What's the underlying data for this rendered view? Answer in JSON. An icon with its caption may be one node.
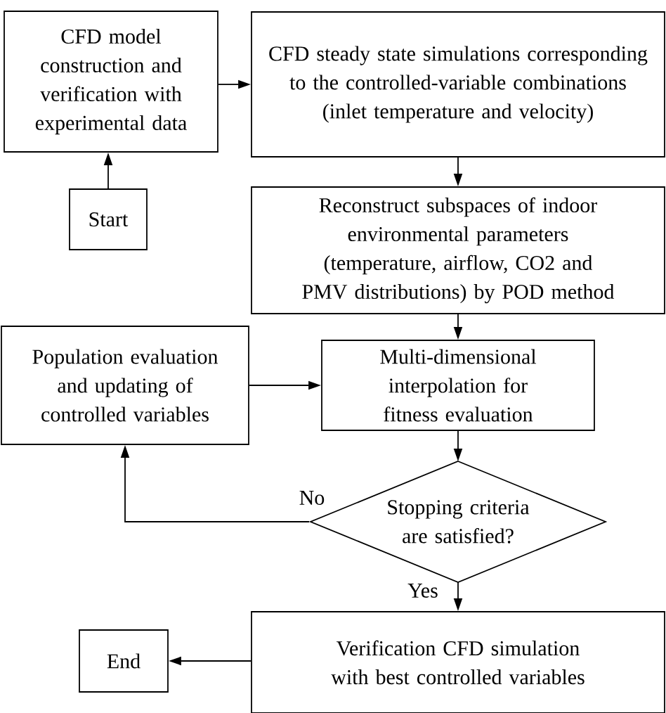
{
  "diagram": {
    "nodes": [
      {
        "text": [
          "Start"
        ]
      },
      {
        "text": [
          "CFD model construction and verification with experimental data"
        ]
      },
      {
        "text": [
          "CFD steady state simulations corresponding to the controlled-variable combinations (inlet temperature and velocity)"
        ]
      },
      {
        "text": [
          "Reconstruct subspaces of indoor environmental parameters (temperature, airflow, CO2 and PMV distributions) by POD method"
        ]
      },
      {
        "text": [
          "Multi-dimensional interpolation for fitness evaluation"
        ]
      },
      {
        "text": [
          "Population evaluation and updating of controlled variables"
        ]
      },
      {
        "text": [
          "Stopping criteria are satisfied?"
        ]
      },
      {
        "text": [
          "Verification CFD simulation with best controlled variables"
        ]
      },
      {
        "text": [
          "End"
        ]
      }
    ],
    "edges": [
      {
        "from": 0,
        "to": 1,
        "arrow": "to"
      },
      {
        "from": 1,
        "to": 2,
        "arrow": "to"
      },
      {
        "from": 2,
        "to": 3,
        "arrow": "to"
      },
      {
        "from": 3,
        "to": 4,
        "arrow": "to"
      },
      {
        "from": 5,
        "to": 4,
        "arrow": "to"
      },
      {
        "from": 4,
        "to": 6,
        "arrow": "to"
      },
      {
        "from": 6,
        "to": 5,
        "arrow": "to",
        "label": "No"
      },
      {
        "from": 6,
        "to": 7,
        "arrow": "to",
        "label": "Yes"
      },
      {
        "from": 7,
        "to": 8,
        "arrow": "to"
      }
    ]
  }
}
